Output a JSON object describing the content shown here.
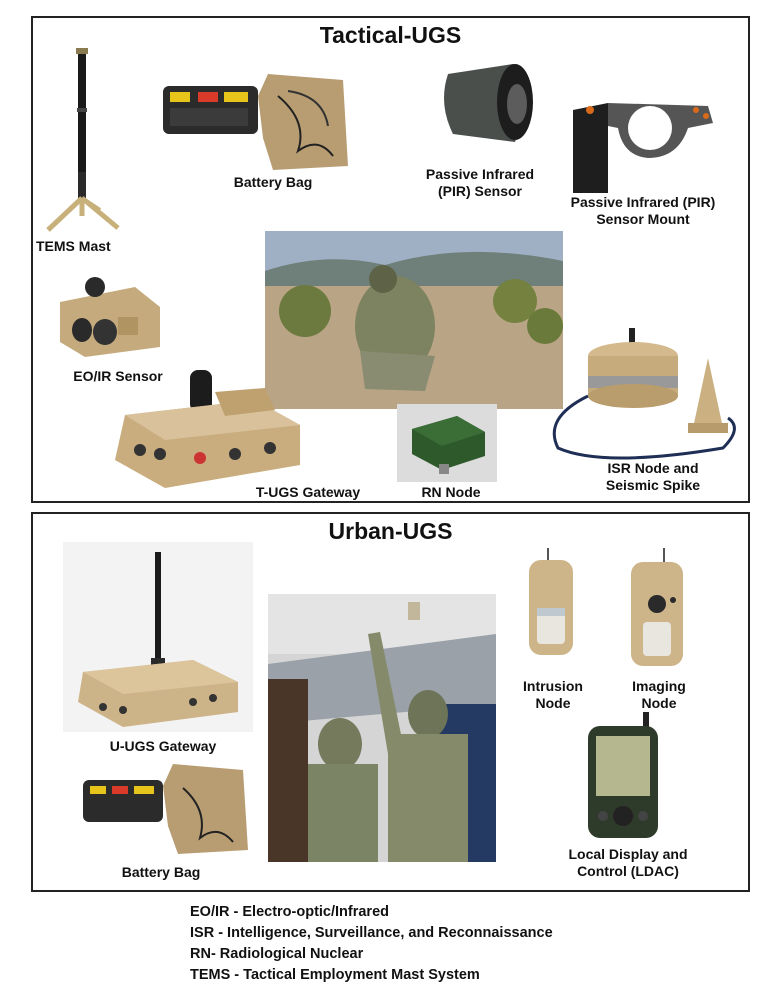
{
  "tactical": {
    "title": "Tactical-UGS",
    "labels": {
      "tems_mast": "TEMS Mast",
      "battery_bag": "Battery Bag",
      "pir_sensor": "Passive Infrared\n(PIR) Sensor",
      "pir_mount": "Passive Infrared (PIR)\nSensor Mount",
      "eoir_sensor": "EO/IR Sensor",
      "tugs_gateway": "T-UGS Gateway",
      "rn_node": "RN Node",
      "isr_node": "ISR Node and\nSeismic Spike"
    }
  },
  "urban": {
    "title": "Urban-UGS",
    "labels": {
      "uugs_gateway": "U-UGS Gateway",
      "battery_bag": "Battery Bag",
      "intrusion_node": "Intrusion\nNode",
      "imaging_node": "Imaging\nNode",
      "ldac": "Local Display and\nControl (LDAC)"
    }
  },
  "legend": [
    "EO/IR - Electro-optic/Infrared",
    "ISR - Intelligence, Surveillance, and Reconnaissance",
    "RN- Radiological Nuclear",
    "TEMS - Tactical Employment Mast System"
  ],
  "colors": {
    "tan": "#cdb489",
    "tan_dark": "#a88e62",
    "gray": "#6f6f6f",
    "green": "#2f5a2c",
    "black": "#1a1a1a"
  }
}
